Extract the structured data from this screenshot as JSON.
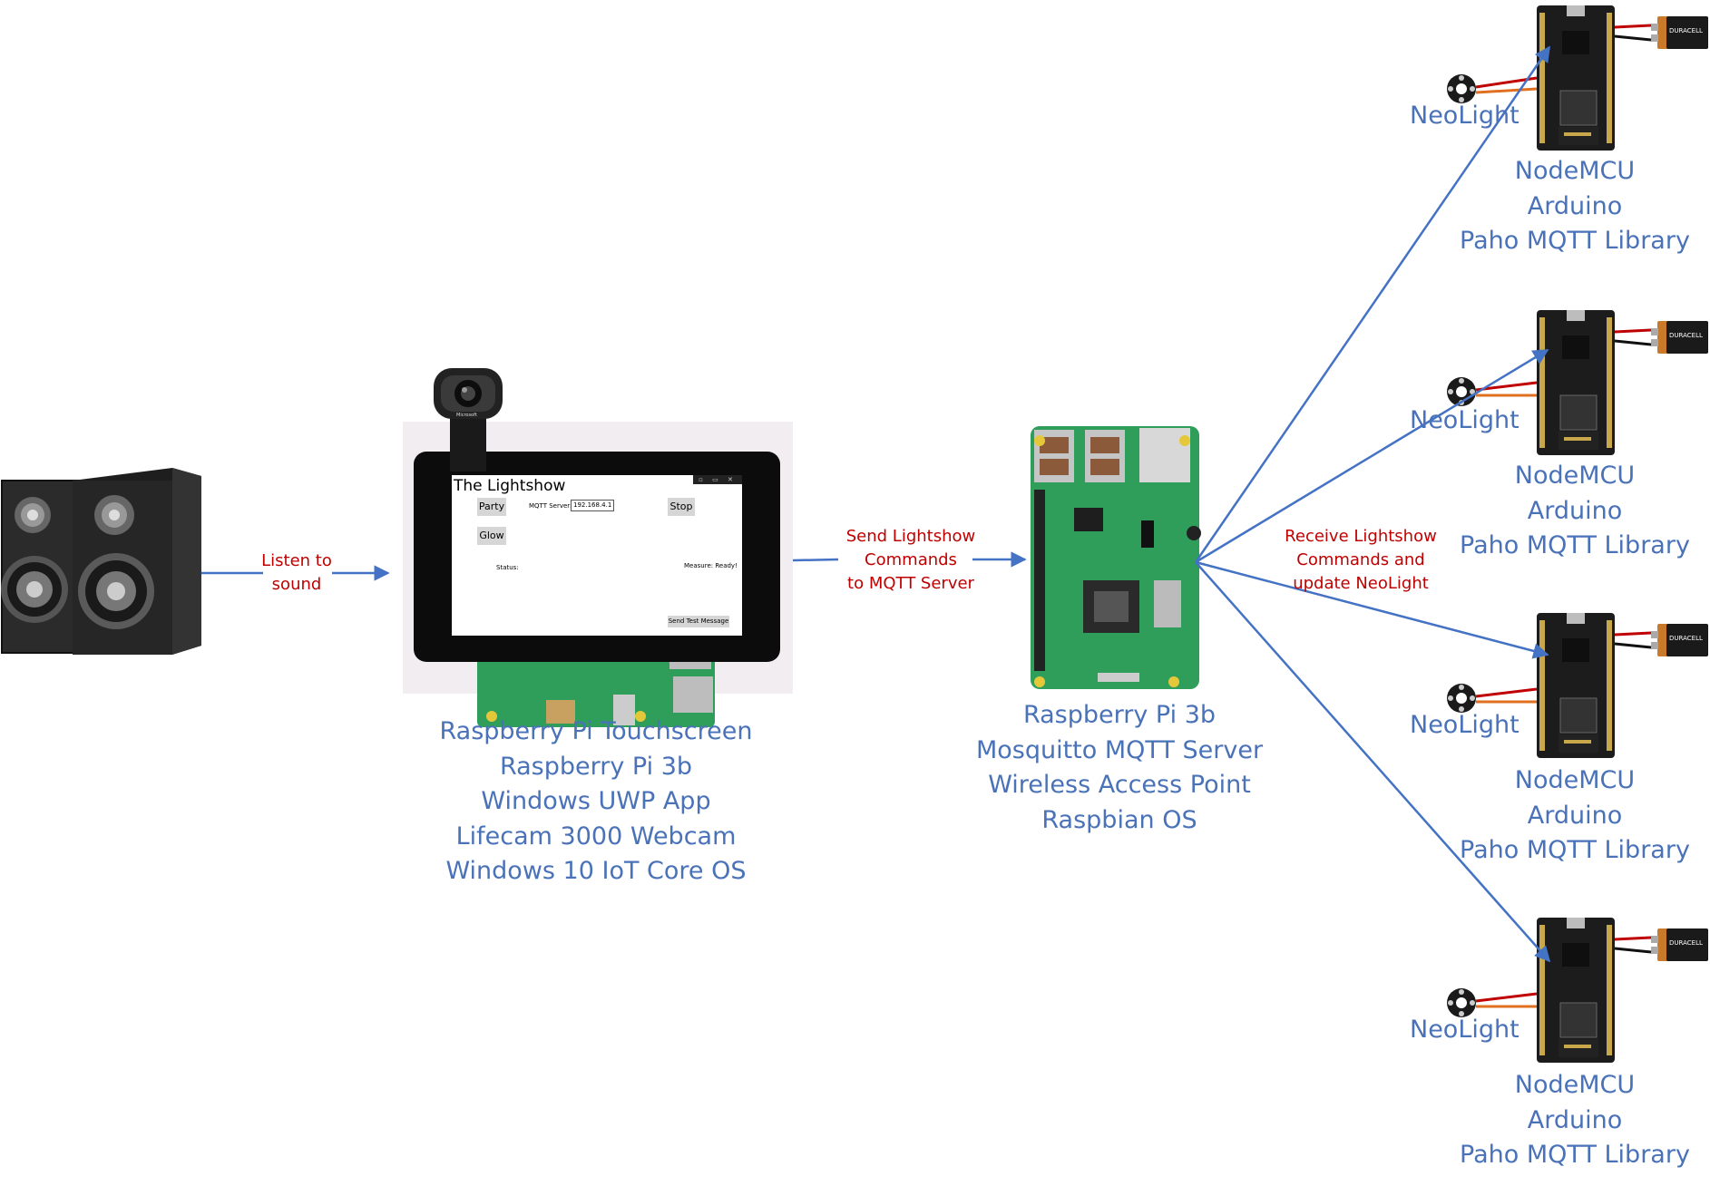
{
  "app": {
    "title": "The Lightshow",
    "party": "Party",
    "glow": "Glow",
    "stop": "Stop",
    "mqtt_label": "MQTT Server:",
    "mqtt_value": "192.168.4.1",
    "status_label": "Status:",
    "measure": "Measure: Ready!",
    "send_test": "Send Test Message"
  },
  "arrow_labels": {
    "listen": [
      "Listen to",
      "sound"
    ],
    "send": [
      "Send Lightshow",
      "Commands",
      "to MQTT Server"
    ],
    "receive": [
      "Receive Lightshow",
      "Commands and",
      "update NeoLight"
    ]
  },
  "touchscreen_caption": [
    "Raspberry Pi Touchscreen",
    "Raspberry Pi 3b",
    "Windows UWP App",
    "Lifecam 3000 Webcam",
    "Windows 10 IoT Core OS"
  ],
  "server_caption": [
    "Raspberry Pi 3b",
    "Mosquitto MQTT Server",
    "Wireless Access Point",
    "Raspbian OS"
  ],
  "nodes": [
    {
      "neolight": "NeoLight",
      "caption": [
        "NodeMCU",
        "Arduino",
        "Paho MQTT Library"
      ]
    },
    {
      "neolight": "NeoLight",
      "caption": [
        "NodeMCU",
        "Arduino",
        "Paho MQTT Library"
      ]
    },
    {
      "neolight": "NeoLight",
      "caption": [
        "NodeMCU",
        "Arduino",
        "Paho MQTT Library"
      ]
    },
    {
      "neolight": "NeoLight",
      "caption": [
        "NodeMCU",
        "Arduino",
        "Paho MQTT Library"
      ]
    }
  ],
  "battery_brand": "DURACELL",
  "webcam_brand": "Microsoft",
  "colors": {
    "arrow": "#4472c4",
    "caption": "#4a72b8",
    "arrow_label": "#c00000",
    "pcb_green": "#2f9e5a",
    "nodemcu_board": "#1c1c1c",
    "battery_copper": "#c87a2a"
  }
}
